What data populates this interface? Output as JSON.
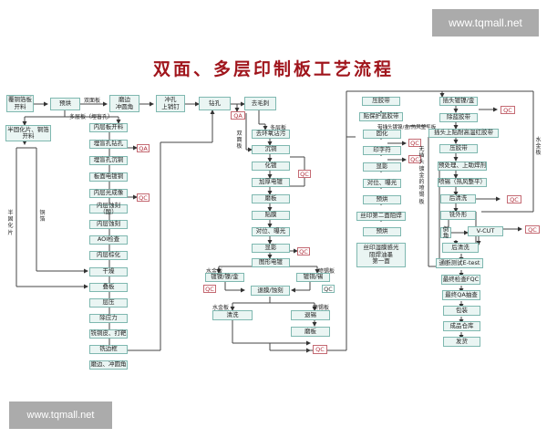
{
  "watermark": {
    "top": "www.tqmall.net",
    "bottom": "www.tqmall.net"
  },
  "title": "双面、多层印制板工艺流程",
  "colors": {
    "title": "#a0151c",
    "box_fill": "#eaf5f3",
    "box_border": "#7fb8b0",
    "qc_border": "#c46a73",
    "line": "#444444"
  },
  "col1": {
    "b0": "覆铜箔板\n开料",
    "b1": "预烘",
    "b2": "磨边\n冲圆角",
    "b3": "冲孔\n上销钉",
    "b4": "半固化片、铜箔\n开料",
    "l_double": "双面板",
    "l_multi": "多层板（埋盲孔）",
    "l_prepreg": "半固化片",
    "l_copper": "铜箔"
  },
  "inner": {
    "steps": [
      "内层板开料",
      "埋盲孔钻孔",
      "埋盲孔沉铜",
      "板面电镀铜",
      "内层光成像",
      "内层蚀刻（酸）",
      "内层蚀刻",
      "AOI检查",
      "内层棕化",
      "干燥",
      "叠板",
      "层压",
      "除应力",
      "铣铜皮、打靶",
      "铣边框",
      "磨边、冲圆角"
    ],
    "qa": "QA",
    "qc": "QC"
  },
  "mid": {
    "drill": "钻孔",
    "deburr": "去毛刺",
    "qa": "QA",
    "l_multi": "多层板",
    "l_double": "双面板",
    "steps": [
      "去环氧沾污",
      "沉铜",
      "化镀",
      "加厚电镀",
      "磨板",
      "贴膜",
      "对位、曝光",
      "显影",
      "图形电镀"
    ],
    "qc1": "QC",
    "qc2": "QC",
    "l_gold_left": "水金板",
    "l_hasl_right": "喷锡板",
    "plate_left": "镀镍/镍/金",
    "plate_right": "镀铜/锡",
    "qc3": "QC",
    "qc4": "QC",
    "strip_etch": "退膜/蚀刻",
    "l_gold_left2": "水金板",
    "l_hasl_right2": "喷锡板",
    "wash": "清洗",
    "strip_tin": "退锡",
    "scrub": "磨板",
    "qc5": "QC"
  },
  "sm": {
    "steps": [
      "压胶带",
      "贴保护蓝胶带",
      "固化",
      "印字符",
      "显影",
      "对位、曝光",
      "预烘",
      "丝印第二面阻焊",
      "预烘",
      "丝印湿膜感光\n阻焊油墨\n第一面"
    ],
    "qc1": "QC",
    "qc2": "QC",
    "l_plug": "带插头镀镍/金/热风整平板",
    "l_noplug": "无插头镀金的喷锡板"
  },
  "right": {
    "steps": [
      "插头镀镍/金",
      "除蓝胶带",
      "插头上贴耐高温红胶带",
      "压胶带",
      "预处理、上助焊剂",
      "喷锡（热风整平）",
      "后清洗",
      "铣外形",
      "倒角",
      "V-CUT",
      "后清洗",
      "通断测试E-test",
      "最终检查FQC",
      "最终QA抽查",
      "包装",
      "成品仓库",
      "发货"
    ],
    "qc1": "QC",
    "qc2": "QC",
    "qc3": "QC",
    "l_gold": "水金板"
  }
}
